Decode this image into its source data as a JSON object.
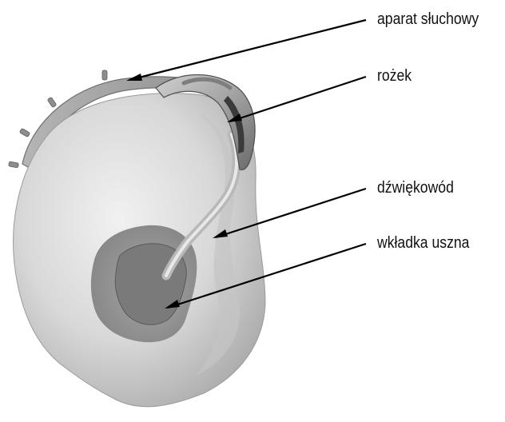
{
  "diagram": {
    "labels": [
      {
        "id": "hearing-aid",
        "text": "aparat słuchowy"
      },
      {
        "id": "earhook",
        "text": "rożek"
      },
      {
        "id": "sound-tube",
        "text": "dźwiękowód"
      },
      {
        "id": "earmold",
        "text": "wkładka uszna"
      }
    ],
    "colors": {
      "ear_light": "#e2e2e2",
      "ear_mid": "#bdbdbd",
      "ear_dark": "#8a8a8a",
      "device": "#9a9a9a",
      "line": "#000000"
    }
  }
}
